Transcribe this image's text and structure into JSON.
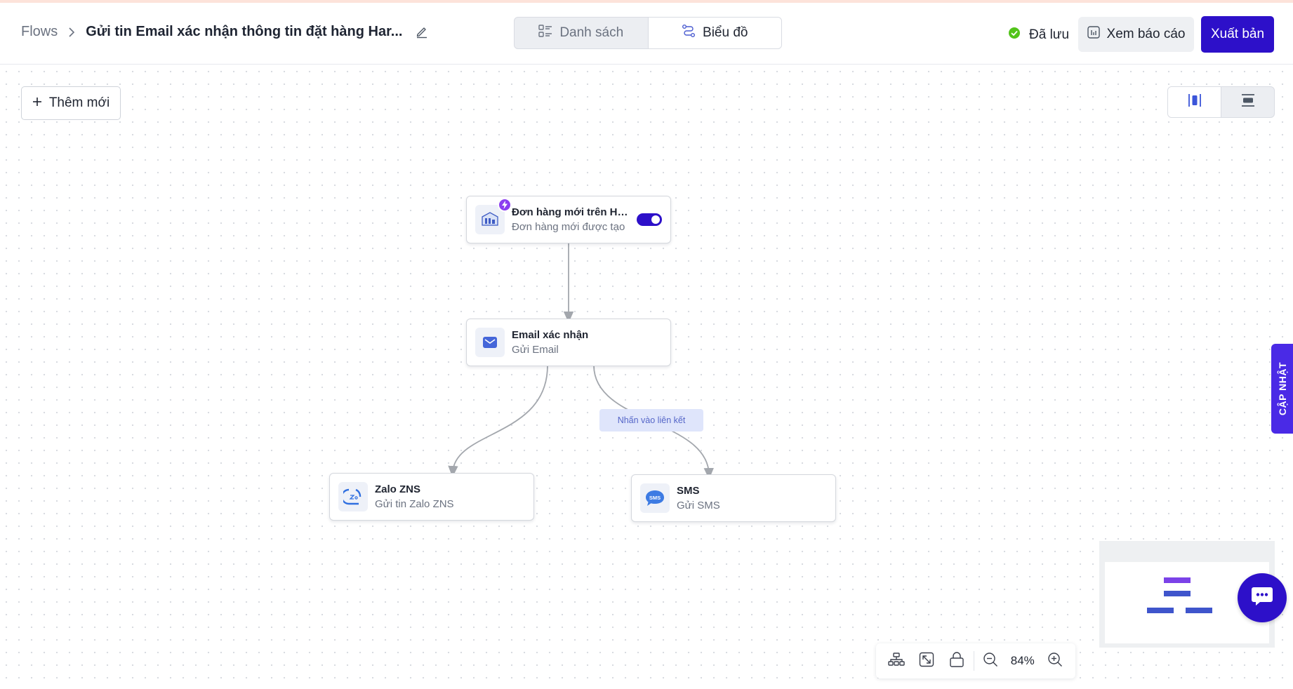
{
  "header": {
    "breadcrumb_root": "Flows",
    "flow_title": "Gửi tin Email xác nhận thông tin đặt hàng Har...",
    "view_tabs": [
      {
        "label": "Danh sách",
        "active": false
      },
      {
        "label": "Biểu đồ",
        "active": true
      }
    ],
    "saved_status": "Đã lưu",
    "report_label": "Xem báo cáo",
    "publish_label": "Xuất bản"
  },
  "canvas": {
    "add_label": "Thêm mới",
    "nodes": [
      {
        "id": "trigger",
        "title": "Đơn hàng mới trên Hara...",
        "subtitle": "Đơn hàng mới được tạo",
        "icon": "haravan-icon",
        "badge": "bolt-icon",
        "toggle_on": true
      },
      {
        "id": "email",
        "title": "Email xác nhận",
        "subtitle": "Gửi Email",
        "icon": "mail-icon"
      },
      {
        "id": "zalo",
        "title": "Zalo ZNS",
        "subtitle": "Gửi tin Zalo ZNS",
        "icon": "zalo-icon"
      },
      {
        "id": "sms",
        "title": "SMS",
        "subtitle": "Gửi SMS",
        "icon": "sms-icon"
      }
    ],
    "edge_label": "Nhấn vào liên kết",
    "zoom_level": "84%"
  },
  "side_tab": {
    "label": "CẬP NHẬT"
  },
  "colors": {
    "primary": "#2d10c9",
    "accent_purple": "#8b3df0",
    "saved_green": "#52c41a",
    "edge_label_bg": "#dfe5fb"
  }
}
